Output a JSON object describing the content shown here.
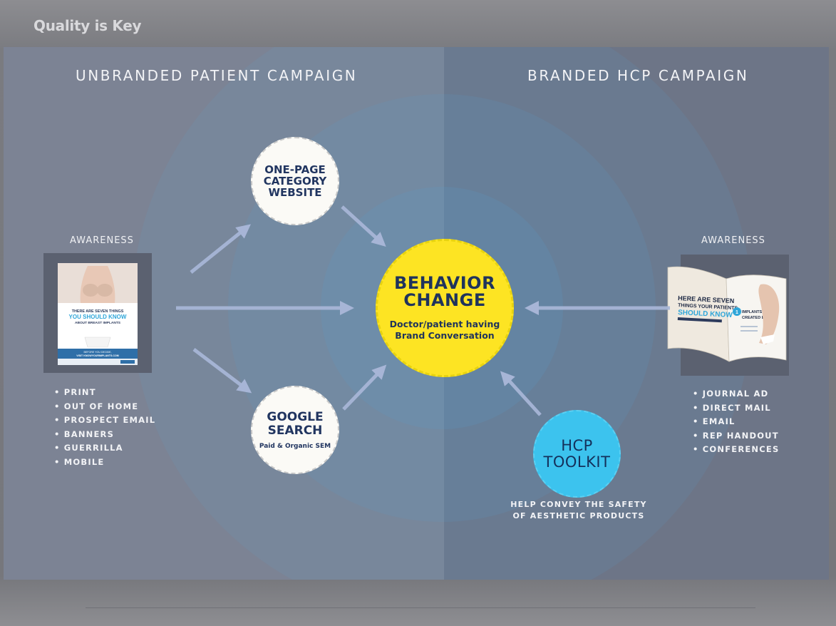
{
  "slide": {
    "title": "Quality is Key"
  },
  "left_panel": {
    "heading": "UNBRANDED PATIENT CAMPAIGN",
    "awareness_label": "AWARENESS",
    "ad": {
      "headline_1": "THERE ARE SEVEN THINGS",
      "headline_2": "YOU SHOULD KNOW",
      "headline_3": "ABOUT BREAST IMPLANTS",
      "footer_1": "BEFORE YOU DECIDE,",
      "footer_2": "VISIT KNOWYOURIMPLANTS.COM"
    },
    "channels": [
      "PRINT",
      "OUT OF HOME",
      "PROSPECT EMAIL",
      "BANNERS",
      "GUERRILLA",
      "MOBILE"
    ]
  },
  "right_panel": {
    "heading": "BRANDED HCP CAMPAIGN",
    "awareness_label": "AWARENESS",
    "journal": {
      "headline_1": "HERE ARE SEVEN",
      "headline_2": "THINGS YOUR PATIENTS",
      "headline_3": "SHOULD KNOW",
      "right_page_1": "IMPLANTS ARE",
      "right_page_2": "CREATED EQUAL"
    },
    "channels": [
      "JOURNAL AD",
      "DIRECT MAIL",
      "EMAIL",
      "REP HANDOUT",
      "CONFERENCES"
    ]
  },
  "nodes": {
    "website": {
      "line1": "ONE-PAGE",
      "line2": "CATEGORY",
      "line3": "WEBSITE"
    },
    "google": {
      "line1": "GOOGLE",
      "line2": "SEARCH",
      "sub": "Paid & Organic SEM"
    },
    "behavior": {
      "line1": "BEHAVIOR",
      "line2": "CHANGE",
      "sub1": "Doctor/patient having",
      "sub2": "Brand Conversation"
    },
    "toolkit": {
      "line1": "HCP",
      "line2": "TOOLKIT",
      "caption1": "HELP CONVEY THE SAFETY",
      "caption2": "OF AESTHETIC PRODUCTS"
    }
  },
  "colors": {
    "behavior_fill": "#fde423",
    "toolkit_fill": "#3cc3ee",
    "text_navy": "#213560",
    "arrow": "#a7b5d6",
    "ring": "#5aa2d2"
  }
}
